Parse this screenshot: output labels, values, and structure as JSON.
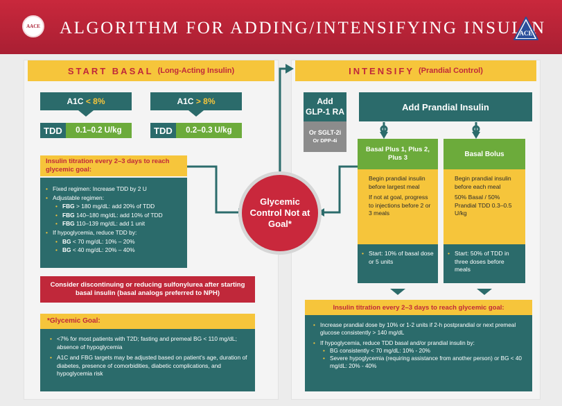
{
  "header": {
    "title": "ALGORITHM FOR ADDING/INTENSIFYING INSULIN",
    "logo_left": "AACE",
    "logo_right": "ACE"
  },
  "left": {
    "banner_main": "START BASAL",
    "banner_sub": "(Long-Acting Insulin)",
    "a1c_low_label": "A1C",
    "a1c_low_value": "< 8%",
    "a1c_high_label": "A1C",
    "a1c_high_value": "> 8%",
    "tdd_label": "TDD",
    "tdd_low": "0.1–0.2 U/kg",
    "tdd_high": "0.2–0.3 U/kg",
    "titration_title": "Insulin titration every 2–3 days to reach glycemic goal:",
    "fixed": "Fixed regimen: Increase TDD by 2 U",
    "adjustable": "Adjustable regimen:",
    "fbg1_label": "FBG",
    "fbg1_text": " > 180 mg/dL: add 20% of TDD",
    "fbg2_label": "FBG",
    "fbg2_text": " 140–180 mg/dL: add 10% of TDD",
    "fbg3_label": "FBG",
    "fbg3_text": " 110–139 mg/dL: add 1 unit",
    "hypo": "If hypoglycemia, reduce TDD by:",
    "bg1_label": "BG",
    "bg1_text": " < 70 mg/dL: 10% – 20%",
    "bg2_label": "BG",
    "bg2_text": " < 40 mg/dL: 20% – 40%",
    "sulfonylurea": "Consider discontinuing or reducing sulfonylurea after starting basal insulin (basal analogs preferred to NPH)",
    "goal_title": "*Glycemic Goal:",
    "goal1": "<7% for most patients with T2D; fasting and premeal BG < 110 mg/dL; absence of hypoglycemia",
    "goal2": "A1C and FBG targets may be adjusted based on patient's age, duration of diabetes, presence of comorbidities, diabetic complications, and hypoglycemia risk"
  },
  "center": {
    "circle": "Glycemic Control Not at Goal*"
  },
  "right": {
    "banner_main": "INTENSIFY",
    "banner_sub": "(Prandial Control)",
    "glp_line1": "Add",
    "glp_line2": "GLP-1 RA",
    "sglt": "Or SGLT-2i",
    "dpp": "Or DPP-4i",
    "prandial": "Add Prandial Insulin",
    "basal_plus": "Basal Plus 1, Plus 2, Plus 3",
    "basal_bolus": "Basal Bolus",
    "bp1": "Begin prandial insulin before largest meal",
    "bp2": "If not at goal, progress to injections before 2 or 3 meals",
    "bp_start": "Start: 10% of basal dose or 5 units",
    "bb1": "Begin prandial insulin before each meal",
    "bb2": "50% Basal / 50% Prandial TDD 0.3–0.5 U/kg",
    "bb_start": "Start: 50% of TDD in three doses before meals",
    "titration_title": "Insulin titration every 2–3 days to reach glycemic goal:",
    "t1": "Increase prandial dose by 10% or 1-2 units if 2-h postprandial or next premeal glucose consistently > 140 mg/dL",
    "t2": "If hypoglycemia, reduce TDD basal and/or prandial insulin by:",
    "t2a": "BG consistently <  70 mg/dL: 10% - 20%",
    "t2b": "Severe hypoglycemia (requiring assistance from another person) or BG < 40 mg/dL: 20% - 40%"
  },
  "colors": {
    "red": "#c0283a",
    "teal": "#2b6b6b",
    "green": "#6cab3b",
    "yellow": "#f6c53b",
    "gray": "#8c8c8c"
  }
}
